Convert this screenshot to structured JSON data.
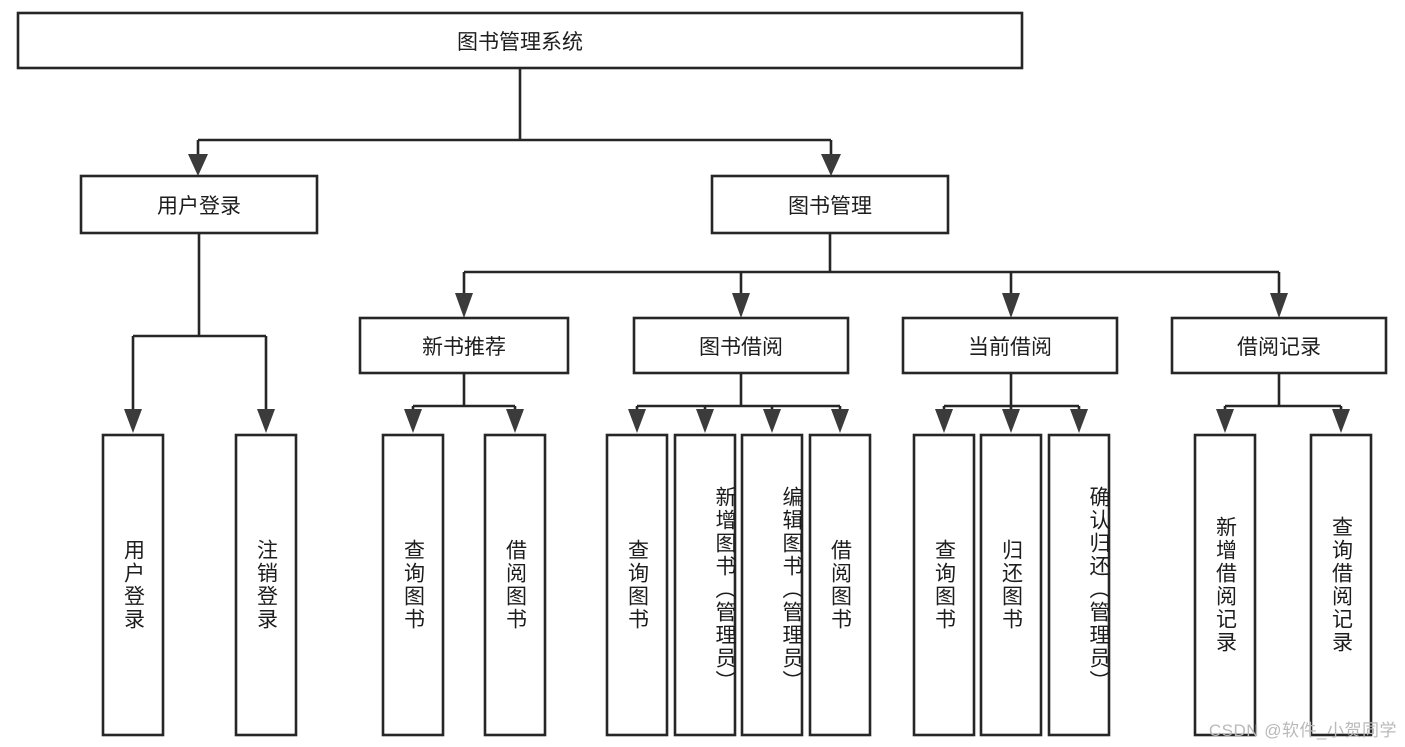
{
  "diagram": {
    "type": "tree-hierarchy",
    "title": "图书管理系统",
    "watermark": "CSDN @软件_小贺同学",
    "colors": {
      "background": "#ffffff",
      "stroke": "#262626",
      "arrow": "#3b3b3b",
      "text": "#1d1d1d",
      "watermark": "#b9b9b9"
    },
    "root": {
      "label": "图书管理系统"
    },
    "level2": [
      {
        "label": "用户登录"
      },
      {
        "label": "图书管理"
      }
    ],
    "level3": [
      {
        "label": "新书推荐"
      },
      {
        "label": "图书借阅"
      },
      {
        "label": "当前借阅"
      },
      {
        "label": "借阅记录"
      }
    ],
    "leaves": {
      "user_login": [
        {
          "label": "用户登录"
        },
        {
          "label": "注销登录"
        }
      ],
      "new_book_recommend": [
        {
          "label": "查询图书"
        },
        {
          "label": "借阅图书"
        }
      ],
      "book_borrow": [
        {
          "label": "查询图书"
        },
        {
          "label": "新增图书（管理员）"
        },
        {
          "label": "编辑图书（管理员）"
        },
        {
          "label": "借阅图书"
        }
      ],
      "current_borrow": [
        {
          "label": "查询图书"
        },
        {
          "label": "归还图书"
        },
        {
          "label": "确认归还（管理员）"
        }
      ],
      "borrow_record": [
        {
          "label": "新增借阅记录"
        },
        {
          "label": "查询借阅记录"
        }
      ]
    }
  }
}
